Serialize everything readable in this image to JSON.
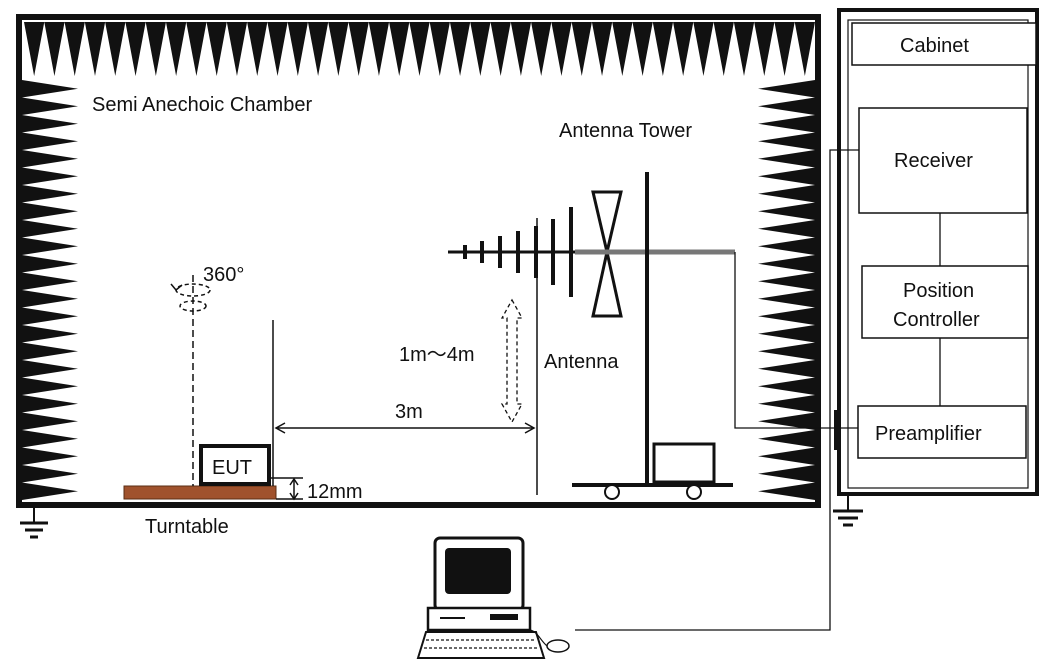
{
  "labels": {
    "chamber": "Semi Anechoic Chamber",
    "antenna_tower": "Antenna Tower",
    "rotation": "360°",
    "height_range": "1m～4m",
    "antenna": "Antenna",
    "distance": "3m",
    "eut": "EUT",
    "table_height": "12mm",
    "turntable": "Turntable",
    "cabinet": "Cabinet",
    "receiver": "Receiver",
    "position_controller_line1": "Position",
    "position_controller_line2": "Controller",
    "preamplifier": "Preamplifier"
  },
  "colors": {
    "line": "#111111",
    "turntable": "#a0522d",
    "absorber": "#111111",
    "boom": "#777777",
    "background": "#ffffff"
  },
  "icons": {
    "computer": "computer-icon",
    "ground_left": "ground-icon",
    "ground_right": "ground-icon"
  }
}
